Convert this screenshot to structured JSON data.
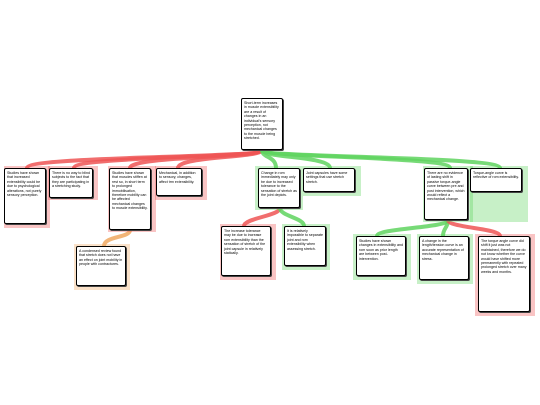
{
  "colors": {
    "support": "#5fd35f",
    "oppose": "#ee5555",
    "rebut": "#f0a860",
    "edge": "#e0e0e0"
  },
  "root": {
    "text": "Short-term increases in muscle extensibility are a result of changes in an individual's sensory perception, not mechanical changes to the muscle being stretched."
  },
  "nodes": [
    {
      "id": "n1",
      "text": "Studies have shown that increased extensibility could be due to psychological alterations, not purely sensory perception.",
      "tag": ""
    },
    {
      "id": "n2",
      "text": "There is no way to blind subjects to the fact that they are participating in a stretching study.",
      "tag": ""
    },
    {
      "id": "n3",
      "text": "Studies have shown that muscles stiffen at rest so, in short term to prolonged immobilisation, therefore mobility can be affected mechanical changes to muscle extensibility.",
      "tag": ""
    },
    {
      "id": "n4",
      "text": "Mechanical, in addition to sensory, changes, affect trm extensibility.",
      "tag": ""
    },
    {
      "id": "n5",
      "text": "Change in rom immediately may only be due to increased tolerance to the sensation of stretch as the joint depicts.",
      "tag": ""
    },
    {
      "id": "n6",
      "text": "Joint capsules have some settings that use stretch stretch.",
      "tag": ""
    },
    {
      "id": "n7",
      "text": "There are no evidence of lasting shift in passive torque-angle curve between pre and post intervention, which would reflect a mechanical change.",
      "tag": ""
    },
    {
      "id": "n8",
      "text": "Torque-angle curve is reflective of rom extensibility.",
      "tag": ""
    },
    {
      "id": "n9",
      "text": "A condensed review found that stretch does not have an effect on joint mobility in people with contractures.",
      "tag": ""
    },
    {
      "id": "n10",
      "text": "The increase tolerance may be due to increase rom extensibility than the sensation of stretch of the joint capsule in relatively statically.",
      "tag": ""
    },
    {
      "id": "n11",
      "text": "It is relatively impossible to separate joint and rom extensibility when assessing stretch.",
      "tag": ""
    },
    {
      "id": "n12",
      "text": "Studies have shown changes in extensibility and rom soon as prior length are between post-intervention.",
      "tag": ""
    },
    {
      "id": "n13",
      "text": "A change in the length/tension curve is an accurate representation of mechanical change in stress.",
      "tag": ""
    },
    {
      "id": "n14",
      "text": "The torque angle curve did shift it just was not maintained, therefore we do not know whether the curve would have shifted more permanently with repeated prolonged stretch over many weeks and months.",
      "tag": ""
    }
  ]
}
